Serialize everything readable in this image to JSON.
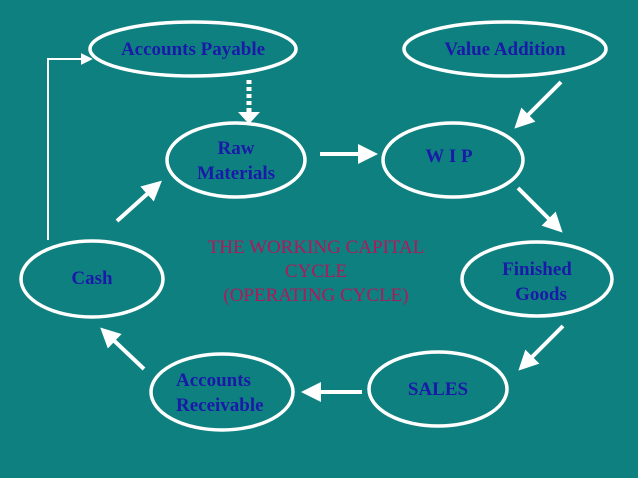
{
  "colors": {
    "background": "#0f8080",
    "node_fill": "#0f8080",
    "node_stroke": "#ffffff",
    "node_text": "#1a1aa8",
    "title_text": "#b0185a",
    "arrow": "#ffffff"
  },
  "title": {
    "line1": "THE WORKING CAPITAL",
    "line2": "CYCLE",
    "line3": "(OPERATING CYCLE)"
  },
  "nodes": {
    "accounts_payable": {
      "label": "Accounts Payable"
    },
    "value_addition": {
      "label": "Value Addition"
    },
    "raw_materials": {
      "line1": "Raw",
      "line2": "Materials"
    },
    "wip": {
      "label": "W I P"
    },
    "finished_goods": {
      "line1": "Finished",
      "line2": "Goods"
    },
    "sales": {
      "label": "SALES"
    },
    "accounts_receivable": {
      "line1": "Accounts",
      "line2": "Receivable"
    },
    "cash": {
      "label": "Cash"
    }
  }
}
